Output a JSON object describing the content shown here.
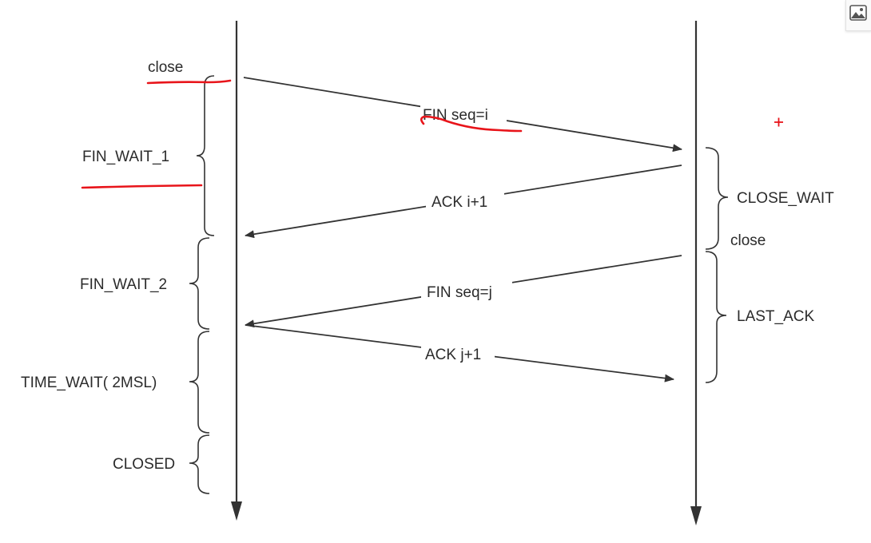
{
  "left_states": {
    "close": "close",
    "fin_wait_1": "FIN_WAIT_1",
    "fin_wait_2": "FIN_WAIT_2",
    "time_wait": "TIME_WAIT( 2MSL)",
    "closed": "CLOSED"
  },
  "right_states": {
    "close_wait": "CLOSE_WAIT",
    "close": "close",
    "last_ack": "LAST_ACK"
  },
  "messages": {
    "fin_i": "FIN seq=i",
    "ack_i": "ACK i+1",
    "fin_j": "FIN seq=j",
    "ack_j": "ACK j+1"
  },
  "colors": {
    "line": "#333333",
    "text": "#2b2b2b",
    "annotation": "#e8141a"
  },
  "icons": {
    "toolbar": "image-icon",
    "cursor": "crosshair-plus-icon"
  }
}
